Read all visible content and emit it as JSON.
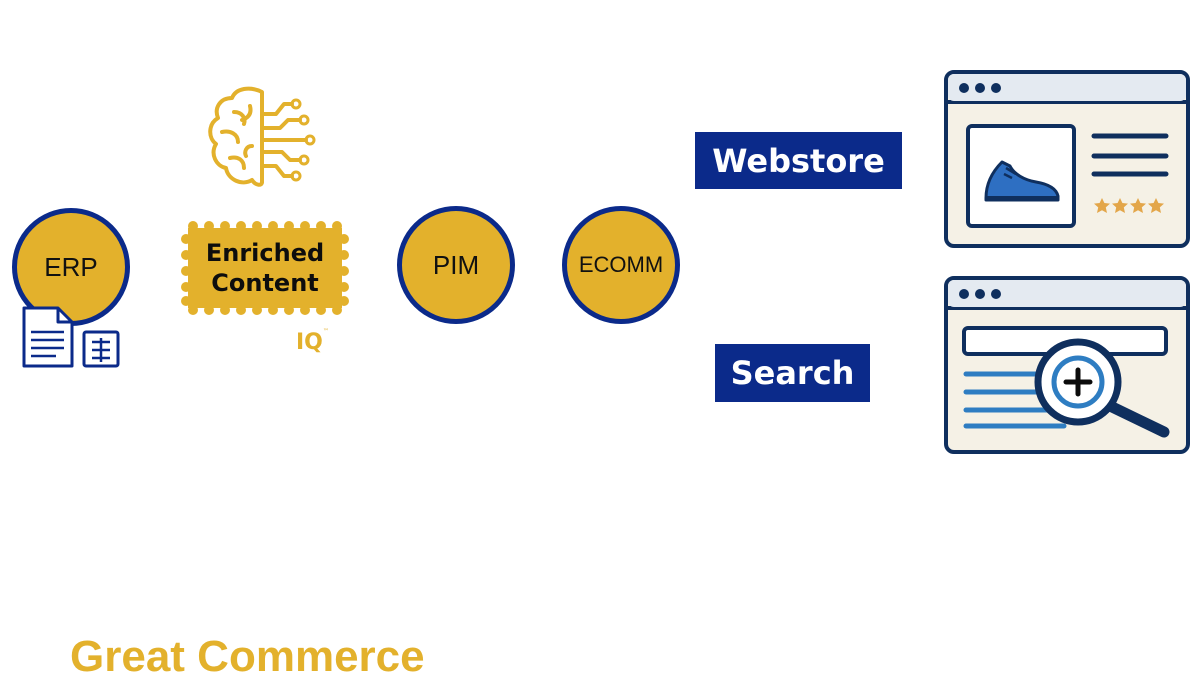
{
  "diagram": {
    "nodes": {
      "erp": "ERP",
      "enriched_line1": "Enriched",
      "enriched_line2": "Content",
      "iq": "IQ",
      "iq_tm": "™",
      "pim": "PIM",
      "ecomm": "ECOMM"
    },
    "outputs": {
      "webstore": "Webstore",
      "search": "Search"
    },
    "footer": "Great Commerce"
  },
  "colors": {
    "gold": "#E3B12C",
    "navy": "#0B2A8A",
    "panel": "#F5F1E6"
  },
  "icons": [
    "brain-circuit-icon",
    "documents-icon",
    "browser-product-icon",
    "sneaker-icon",
    "star-rating-icon",
    "browser-search-icon",
    "magnifier-plus-icon"
  ]
}
